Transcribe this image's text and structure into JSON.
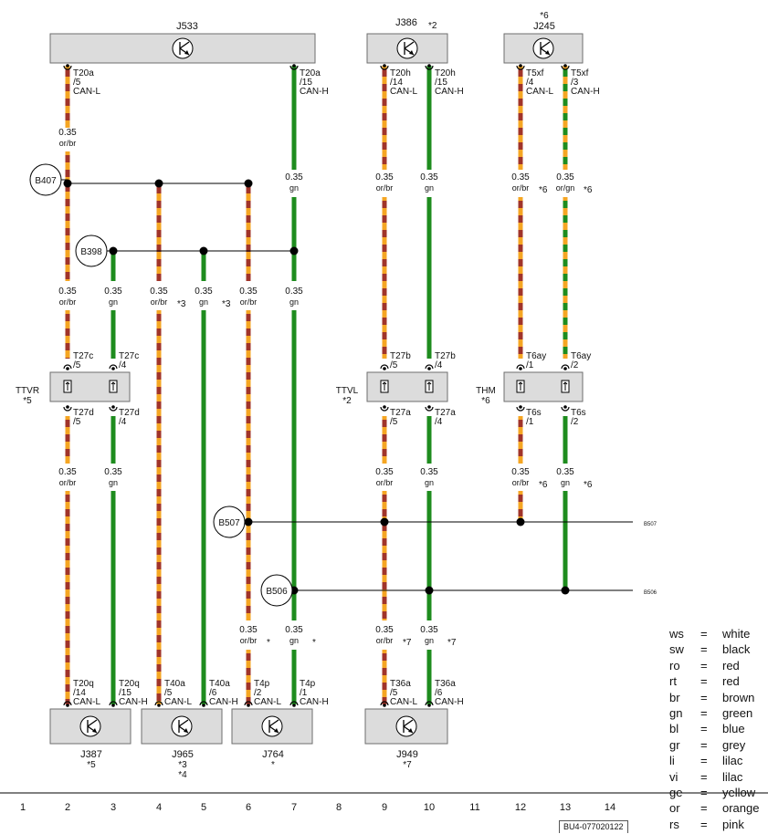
{
  "units": [
    {
      "id": "j533",
      "label": "J533",
      "sub": []
    },
    {
      "id": "j386",
      "label": "J386",
      "sub": [
        "*2"
      ]
    },
    {
      "id": "j245",
      "label": "J245",
      "sub": [
        "*6"
      ]
    },
    {
      "id": "j387",
      "label": "J387",
      "sub": [
        "*5"
      ]
    },
    {
      "id": "j965",
      "label": "J965",
      "sub": [
        "*3",
        "*4"
      ]
    },
    {
      "id": "j764",
      "label": "J764",
      "sub": [
        "*"
      ]
    },
    {
      "id": "j949",
      "label": "J949",
      "sub": [
        "*7"
      ]
    }
  ],
  "connectors": [
    {
      "id": "ttvr",
      "label": "TTVR",
      "sub": "*5"
    },
    {
      "id": "ttvl",
      "label": "TTVL",
      "sub": "*2"
    },
    {
      "id": "thm",
      "label": "THM",
      "sub": "*6"
    }
  ],
  "pins": [
    {
      "id": "t20a5",
      "lines": [
        "T20a",
        "/5",
        "CAN-L"
      ]
    },
    {
      "id": "t20a15",
      "lines": [
        "T20a",
        "/15",
        "CAN-H"
      ]
    },
    {
      "id": "t20h14",
      "lines": [
        "T20h",
        "/14",
        "CAN-L"
      ]
    },
    {
      "id": "t20h15",
      "lines": [
        "T20h",
        "/15",
        "CAN-H"
      ]
    },
    {
      "id": "t5xf4",
      "lines": [
        "T5xf",
        "/4",
        "CAN-L"
      ]
    },
    {
      "id": "t5xf3",
      "lines": [
        "T5xf",
        "/3",
        "CAN-H"
      ]
    },
    {
      "id": "t27c5",
      "lines": [
        "T27c",
        "/5"
      ]
    },
    {
      "id": "t27c4",
      "lines": [
        "T27c",
        "/4"
      ]
    },
    {
      "id": "t27d5",
      "lines": [
        "T27d",
        "/5"
      ]
    },
    {
      "id": "t27d4",
      "lines": [
        "T27d",
        "/4"
      ]
    },
    {
      "id": "t27b5",
      "lines": [
        "T27b",
        "/5"
      ]
    },
    {
      "id": "t27b4",
      "lines": [
        "T27b",
        "/4"
      ]
    },
    {
      "id": "t27a5",
      "lines": [
        "T27a",
        "/5"
      ]
    },
    {
      "id": "t27a4",
      "lines": [
        "T27a",
        "/4"
      ]
    },
    {
      "id": "t6ay1",
      "lines": [
        "T6ay",
        "/1"
      ]
    },
    {
      "id": "t6ay2",
      "lines": [
        "T6ay",
        "/2"
      ]
    },
    {
      "id": "t6s1",
      "lines": [
        "T6s",
        "/1"
      ]
    },
    {
      "id": "t6s2",
      "lines": [
        "T6s",
        "/2"
      ]
    },
    {
      "id": "t20q14",
      "lines": [
        "T20q",
        "/14",
        "CAN-L"
      ]
    },
    {
      "id": "t20q15",
      "lines": [
        "T20q",
        "/15",
        "CAN-H"
      ]
    },
    {
      "id": "t40a5",
      "lines": [
        "T40a",
        "/5",
        "CAN-L"
      ]
    },
    {
      "id": "t40a6",
      "lines": [
        "T40a",
        "/6",
        "CAN-H"
      ]
    },
    {
      "id": "t4p2",
      "lines": [
        "T4p",
        "/2",
        "CAN-L"
      ]
    },
    {
      "id": "t4p1",
      "lines": [
        "T4p",
        "/1",
        "CAN-H"
      ]
    },
    {
      "id": "t36a5",
      "lines": [
        "T36a",
        "/5",
        "CAN-L"
      ]
    },
    {
      "id": "t36a6",
      "lines": [
        "T36a",
        "/6",
        "CAN-H"
      ]
    }
  ],
  "wire_specs": [
    {
      "id": "w2a",
      "size": "0.35",
      "color": "or/br",
      "note": ""
    },
    {
      "id": "w7a",
      "size": "0.35",
      "color": "gn",
      "note": ""
    },
    {
      "id": "w9a",
      "size": "0.35",
      "color": "or/br",
      "note": ""
    },
    {
      "id": "w10a",
      "size": "0.35",
      "color": "gn",
      "note": ""
    },
    {
      "id": "w12a",
      "size": "0.35",
      "color": "or/br",
      "note": "*6"
    },
    {
      "id": "w13a",
      "size": "0.35",
      "color": "or/gn",
      "note": "*6"
    },
    {
      "id": "w2b",
      "size": "0.35",
      "color": "or/br",
      "note": ""
    },
    {
      "id": "w3b",
      "size": "0.35",
      "color": "gn",
      "note": ""
    },
    {
      "id": "w4b",
      "size": "0.35",
      "color": "or/br",
      "note": "*3"
    },
    {
      "id": "w5b",
      "size": "0.35",
      "color": "gn",
      "note": "*3"
    },
    {
      "id": "w6b",
      "size": "0.35",
      "color": "or/br",
      "note": ""
    },
    {
      "id": "w7b",
      "size": "0.35",
      "color": "gn",
      "note": ""
    },
    {
      "id": "w2c",
      "size": "0.35",
      "color": "or/br",
      "note": ""
    },
    {
      "id": "w3c",
      "size": "0.35",
      "color": "gn",
      "note": ""
    },
    {
      "id": "w9c",
      "size": "0.35",
      "color": "or/br",
      "note": ""
    },
    {
      "id": "w10c",
      "size": "0.35",
      "color": "gn",
      "note": ""
    },
    {
      "id": "w12c",
      "size": "0.35",
      "color": "or/br",
      "note": "*6"
    },
    {
      "id": "w13c",
      "size": "0.35",
      "color": "gn",
      "note": "*6"
    },
    {
      "id": "w6d",
      "size": "0.35",
      "color": "or/br",
      "note": "*"
    },
    {
      "id": "w7d",
      "size": "0.35",
      "color": "gn",
      "note": "*"
    },
    {
      "id": "w9d",
      "size": "0.35",
      "color": "or/br",
      "note": "*7"
    },
    {
      "id": "w10d",
      "size": "0.35",
      "color": "gn",
      "note": "*7"
    }
  ],
  "splices": [
    {
      "id": "b407",
      "label": "B407"
    },
    {
      "id": "b398",
      "label": "B398"
    },
    {
      "id": "b507",
      "label": "B507"
    },
    {
      "id": "b506",
      "label": "B506"
    }
  ],
  "edge_refs": [
    "B507",
    "B506"
  ],
  "grid_numbers": [
    "1",
    "2",
    "3",
    "4",
    "5",
    "6",
    "7",
    "8",
    "9",
    "10",
    "11",
    "12",
    "13",
    "14"
  ],
  "legend": [
    {
      "code": "ws",
      "eq": "=",
      "name": "white"
    },
    {
      "code": "sw",
      "eq": "=",
      "name": "black"
    },
    {
      "code": "ro",
      "eq": "=",
      "name": "red"
    },
    {
      "code": "rt",
      "eq": "=",
      "name": "red"
    },
    {
      "code": "br",
      "eq": "=",
      "name": "brown"
    },
    {
      "code": "gn",
      "eq": "=",
      "name": "green"
    },
    {
      "code": "bl",
      "eq": "=",
      "name": "blue"
    },
    {
      "code": "gr",
      "eq": "=",
      "name": "grey"
    },
    {
      "code": "li",
      "eq": "=",
      "name": "lilac"
    },
    {
      "code": "vi",
      "eq": "=",
      "name": "lilac"
    },
    {
      "code": "ge",
      "eq": "=",
      "name": "yellow"
    },
    {
      "code": "or",
      "eq": "=",
      "name": "orange"
    },
    {
      "code": "rs",
      "eq": "=",
      "name": "pink"
    }
  ],
  "doc_id": "BU4-077020122",
  "colors": {
    "orange": "#f5a623",
    "brown": "#a0342a",
    "green": "#1e8c1e",
    "box_fill": "#dcdcdc",
    "box_stroke": "#6e6e6e"
  }
}
